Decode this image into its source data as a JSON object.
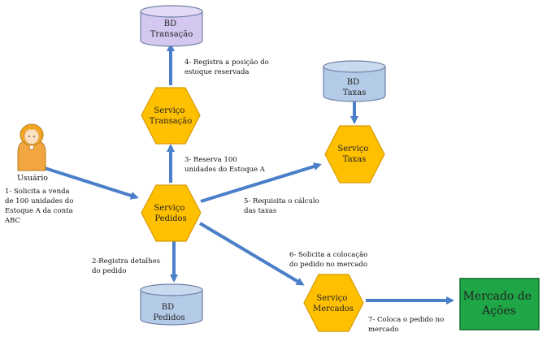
{
  "colors": {
    "arrow": "#4a7fc9",
    "service_fill": "#ffc000",
    "service_stroke": "#d89a00",
    "db_blue_fill": "#b4cbe8",
    "db_purple_fill": "#d4c8f0",
    "db_stroke": "#6f7fa5",
    "market_fill": "#1fa646",
    "market_stroke": "#126c2c"
  },
  "nodes": {
    "bd_transacao": [
      "BD",
      "Transação"
    ],
    "bd_taxas": [
      "BD",
      "Taxas"
    ],
    "bd_pedidos": [
      "BD",
      "Pedidos"
    ],
    "servico_transacao": [
      "Serviço",
      "Transação"
    ],
    "servico_taxas": [
      "Serviço",
      "Taxas"
    ],
    "servico_pedidos": [
      "Serviço",
      "Pedidos"
    ],
    "servico_mercados": [
      "Serviço",
      "Mercados"
    ],
    "mercado": [
      "Mercado de",
      "Ações"
    ],
    "usuario": "Usuário"
  },
  "steps": {
    "s1": [
      "1-  Solicita a venda",
      "de 100 unidades do",
      "Estoque A da conta",
      "ABC"
    ],
    "s2": [
      "2-Registra detalhes",
      "do pedido"
    ],
    "s3": [
      "3- Reserva 100",
      "unidades do Estoque A"
    ],
    "s4": [
      "4- Registra a posição do",
      "estoque reservada"
    ],
    "s5": [
      "5- Requisita o cálculo",
      "das taxas"
    ],
    "s6": [
      "6- Solicita a colocação",
      "do pedido no mercado"
    ],
    "s7": [
      "7- Coloca o pedido no",
      "mercado"
    ]
  }
}
